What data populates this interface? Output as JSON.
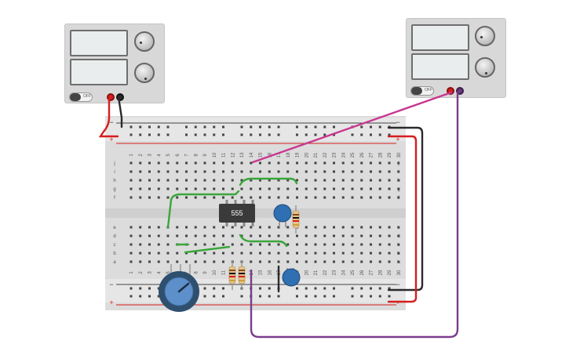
{
  "chip_label": "555",
  "psu_left": {
    "switch_label": "OFF"
  },
  "psu_right": {
    "switch_label": "OFF"
  },
  "column_numbers": [
    "1",
    "2",
    "3",
    "4",
    "5",
    "6",
    "7",
    "8",
    "9",
    "10",
    "11",
    "12",
    "13",
    "14",
    "15",
    "16",
    "17",
    "18",
    "19",
    "20",
    "21",
    "22",
    "23",
    "24",
    "25",
    "26",
    "27",
    "28",
    "29",
    "30"
  ],
  "row_letters_upper": [
    "j",
    "i",
    "h",
    "g",
    "f"
  ],
  "row_letters_lower": [
    "e",
    "d",
    "c",
    "b",
    "a"
  ],
  "rail_minus": "−",
  "rail_plus": "+",
  "colors": {
    "wire_red": "#d61e1e",
    "wire_black": "#2b2b2b",
    "wire_green": "#3aa63a",
    "wire_magenta": "#c8378f",
    "wire_purple": "#7a3d8c",
    "capacitor": "#2f6fb2"
  }
}
